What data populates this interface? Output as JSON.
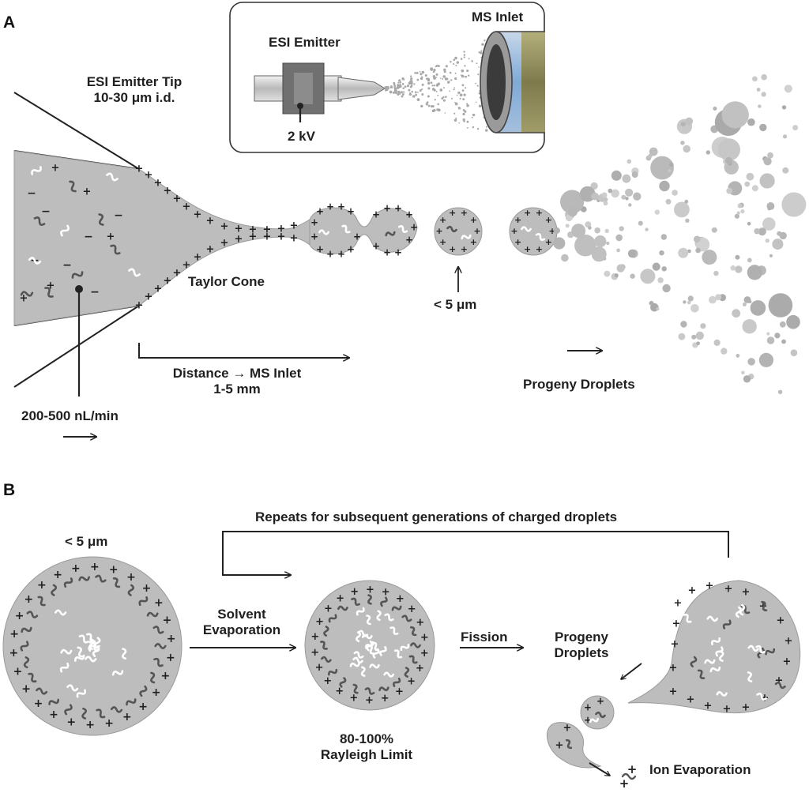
{
  "panel_a": {
    "letter": "A",
    "inset": {
      "emitter": "ESI Emitter",
      "inlet": "MS Inlet",
      "voltage": "2 kV"
    },
    "tip_line1": "ESI Emitter Tip",
    "tip_line2": "10-30 μm i.d.",
    "taylor_cone": "Taylor Cone",
    "size": "< 5 μm",
    "distance_line1": "Distance → MS Inlet",
    "distance_line2": "1-5 mm",
    "flow_rate": "200-500 nL/min",
    "progeny": "Progeny Droplets"
  },
  "panel_b": {
    "letter": "B",
    "repeats": "Repeats for subsequent generations of charged droplets",
    "size": "< 5 μm",
    "solvent_line1": "Solvent",
    "solvent_line2": "Evaporation",
    "rayleigh_line1": "80-100%",
    "rayleigh_line2": "Rayleigh Limit",
    "fission": "Fission",
    "progeny_line1": "Progeny",
    "progeny_line2": "Droplets",
    "ion_evaporation": "Ion Evaporation"
  },
  "colors": {
    "droplet_fill": "#bdbdbd",
    "droplet_stroke": "#8a8a8a",
    "analyte_dark": "#555555",
    "analyte_light": "#ffffff",
    "text": "#1f1f1f",
    "ms_inlet_bore": "#7fa9d8",
    "ms_inlet_body": "#8e8a5a"
  }
}
